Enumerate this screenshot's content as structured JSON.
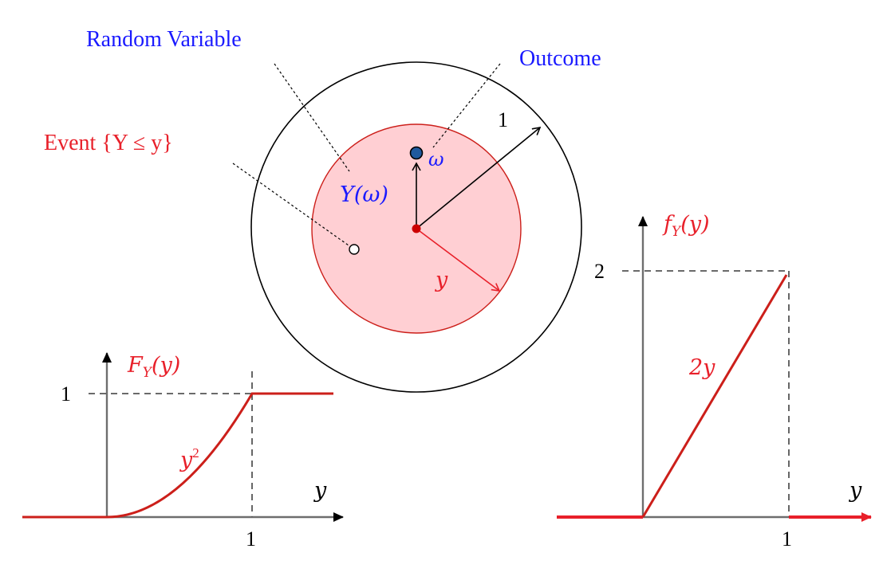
{
  "colors": {
    "red": "#e8202a",
    "dark_red": "#cc1f1a",
    "blue": "#1a1aff",
    "outcome_dot": "#1f5a9e",
    "fill_pink": "#ffcfd3",
    "axis_gray": "#6e6e6e",
    "black": "#000000"
  },
  "labels": {
    "random_variable": "Random Variable",
    "outcome": "Outcome",
    "event": "Event {Y ≤ y}",
    "radius_one": "1",
    "omega": "ω",
    "y_omega": "Y(ω)",
    "radius_y": "y"
  },
  "cdf_plot": {
    "ylabel": "F_Y(y)",
    "ylabel_main": "F",
    "ylabel_sub": "Y",
    "ylabel_arg": "(y)",
    "xlabel": "y",
    "curve_label_base": "y",
    "curve_label_exp": "2",
    "tick_one_y": "1",
    "tick_one_x": "1"
  },
  "pdf_plot": {
    "ylabel": "f_Y(y)",
    "ylabel_main": "f",
    "ylabel_sub": "Y",
    "ylabel_arg": "(y)",
    "xlabel": "y",
    "line_label": "2y",
    "tick_two_y": "2",
    "tick_one_x": "1"
  }
}
